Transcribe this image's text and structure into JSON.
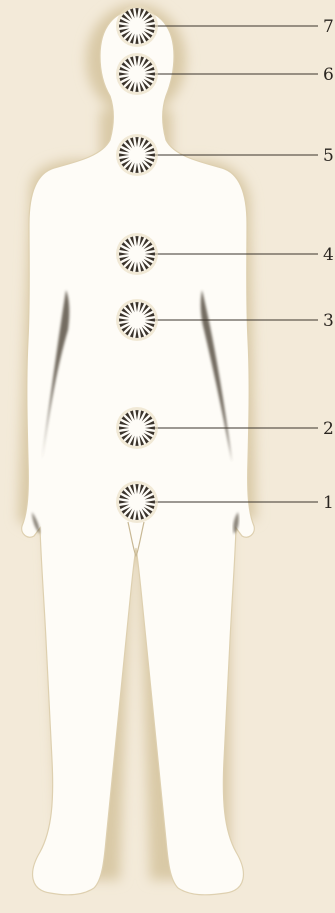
{
  "colors": {
    "background": "#f3ead9",
    "body_fill": "#fefcf7",
    "body_glow": "#d9c9a6",
    "marker_ray": "#3a332b",
    "leader_line": "#3b342c",
    "label_text": "#2a2520",
    "shadow": "#5b5246"
  },
  "markers": [
    {
      "id": "7",
      "label": "7"
    },
    {
      "id": "6",
      "label": "6"
    },
    {
      "id": "5",
      "label": "5"
    },
    {
      "id": "4",
      "label": "4"
    },
    {
      "id": "3",
      "label": "3"
    },
    {
      "id": "2",
      "label": "2"
    },
    {
      "id": "1",
      "label": "1"
    }
  ]
}
